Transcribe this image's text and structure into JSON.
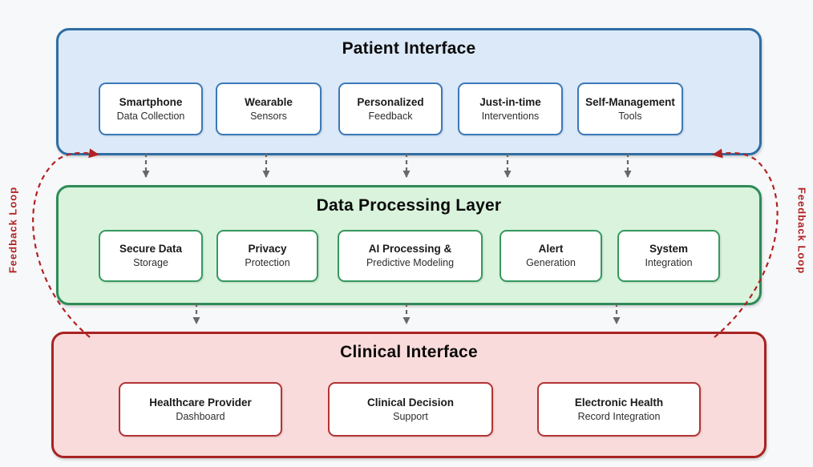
{
  "colors": {
    "page_bg": "#f6f8fa",
    "patient_fill": "#dce9f8",
    "patient_border": "#2e6da4",
    "patient_node_border": "#3b79b8",
    "data_fill": "#d9f3dc",
    "data_border": "#2e8b57",
    "data_node_border": "#36995f",
    "clinical_fill": "#fadbdb",
    "clinical_border": "#a92222",
    "clinical_node_border": "#b23434",
    "arrow_gray": "#686868",
    "feedback_red": "#b22222"
  },
  "layers": [
    {
      "title": "Patient Interface",
      "boxes": [
        {
          "title": "Smartphone",
          "subtitle": "Data Collection"
        },
        {
          "title": "Wearable",
          "subtitle": "Sensors"
        },
        {
          "title": "Personalized",
          "subtitle": "Feedback"
        },
        {
          "title": "Just-in-time",
          "subtitle": "Interventions"
        },
        {
          "title": "Self-Management",
          "subtitle": "Tools"
        }
      ]
    },
    {
      "title": "Data Processing Layer",
      "boxes": [
        {
          "title": "Secure Data",
          "subtitle": "Storage"
        },
        {
          "title": "Privacy",
          "subtitle": "Protection"
        },
        {
          "title": "AI Processing &",
          "subtitle": "Predictive Modeling"
        },
        {
          "title": "Alert",
          "subtitle": "Generation"
        },
        {
          "title": "System",
          "subtitle": "Integration"
        }
      ]
    },
    {
      "title": "Clinical Interface",
      "boxes": [
        {
          "title": "Healthcare Provider",
          "subtitle": "Dashboard"
        },
        {
          "title": "Clinical Decision",
          "subtitle": "Support"
        },
        {
          "title": "Electronic Health",
          "subtitle": "Record Integration"
        }
      ]
    }
  ],
  "feedback": {
    "left_label": "Feedback Loop",
    "right_label": "Feedback Loop"
  }
}
